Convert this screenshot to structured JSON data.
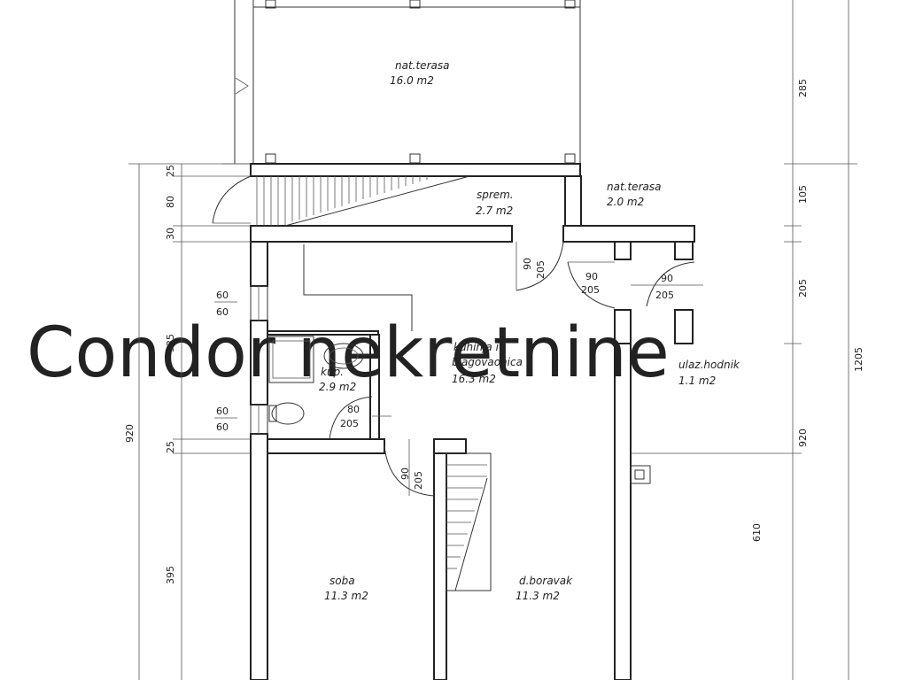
{
  "watermark": "Condor nekretnine",
  "rooms": {
    "nat_terasa_top": {
      "name": "nat.terasa",
      "area": "16.0 m2"
    },
    "sprem": {
      "name": "sprem.",
      "area": "2.7 m2"
    },
    "nat_terasa_right": {
      "name": "nat.terasa",
      "area": "2.0 m2"
    },
    "kuhinja": {
      "name_line1": "kuhinja i",
      "name_line2": "blagovaonica",
      "area": "16.3 m2"
    },
    "ulaz": {
      "name": "ulaz.hodnik",
      "area": "1.1 m2"
    },
    "kup": {
      "name": "kup.",
      "area": "2.9 m2"
    },
    "soba": {
      "name": "soba",
      "area": "11.3 m2"
    },
    "boravak": {
      "name": "d.boravak",
      "area": "11.3 m2"
    }
  },
  "dimensions": {
    "left": [
      "25",
      "80",
      "30",
      "335",
      "25",
      "395"
    ],
    "left_total": "920",
    "right": [
      "285",
      "105",
      "205",
      "920",
      "610"
    ],
    "right_total": "1205"
  },
  "doors": {
    "sprem_door": {
      "w": "90",
      "h": "205"
    },
    "hall_door": {
      "w": "90",
      "h": "205"
    },
    "entry_door": {
      "w": "90",
      "h": "205"
    },
    "bath_door": {
      "w": "80",
      "h": "205"
    },
    "soba_door": {
      "w": "90",
      "h": "205"
    }
  },
  "windows": [
    {
      "w": "60",
      "h": "60"
    },
    {
      "w": "60",
      "h": "60"
    }
  ]
}
